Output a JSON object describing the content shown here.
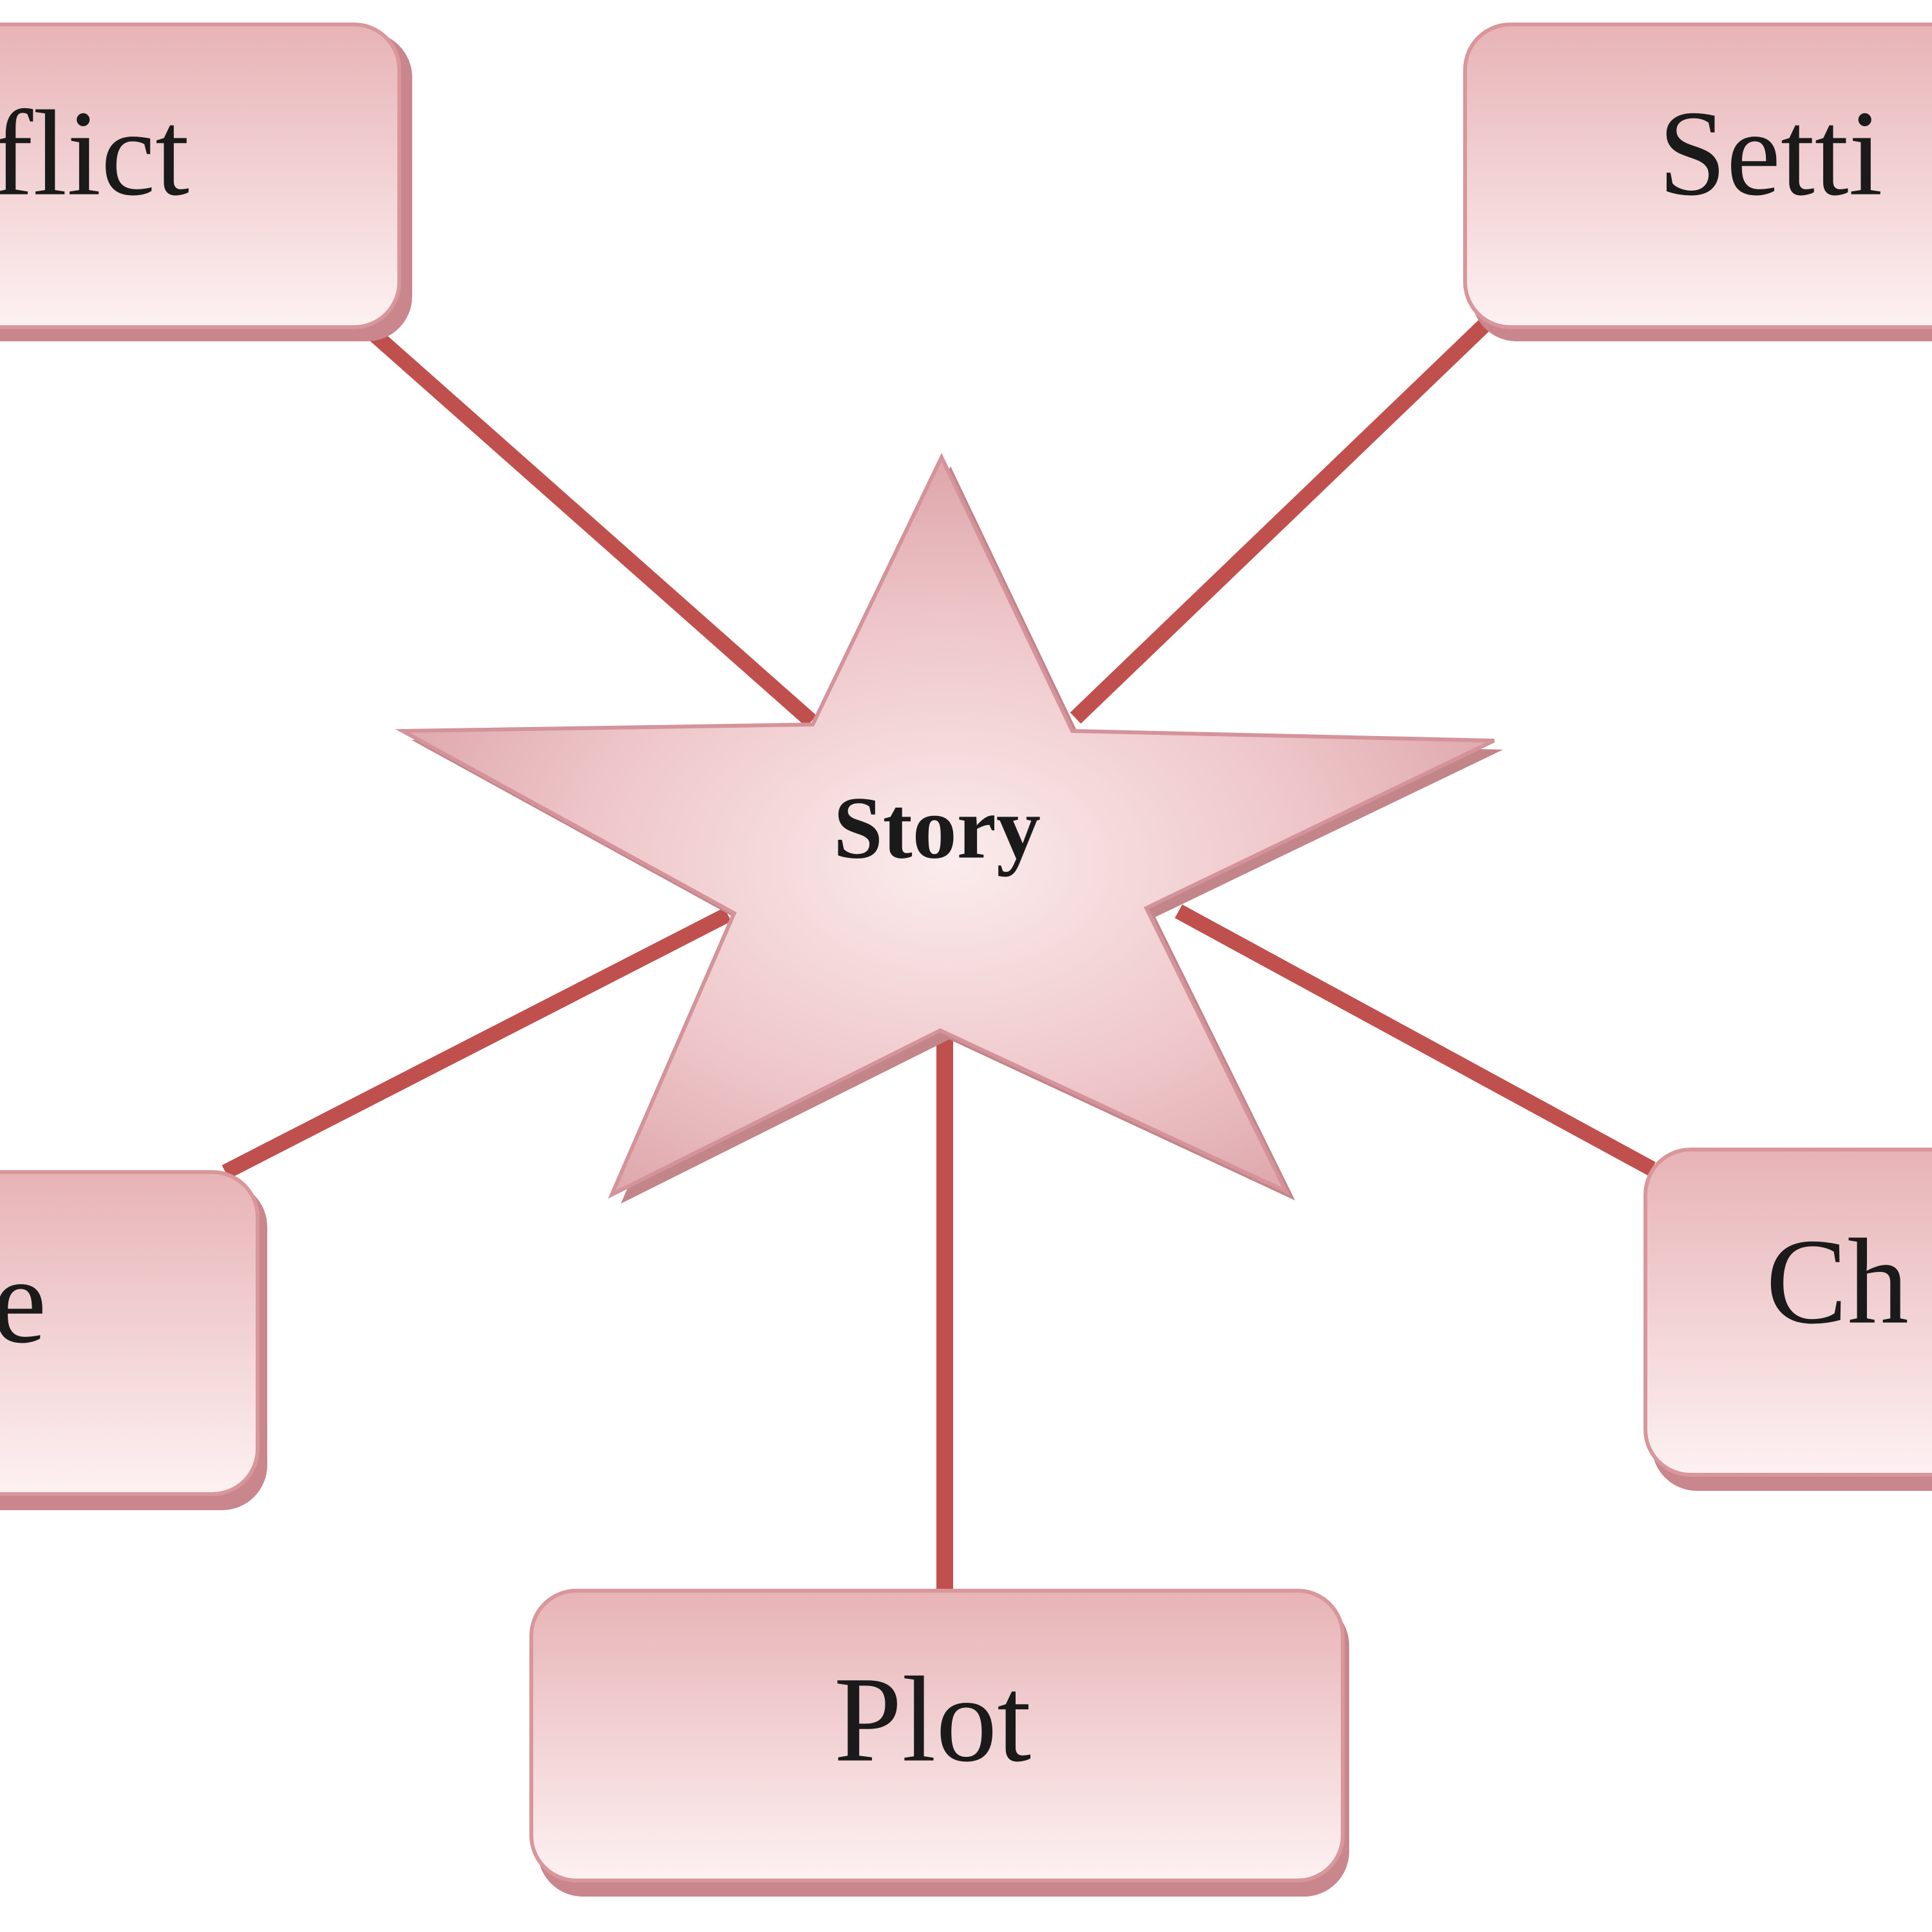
{
  "diagram": {
    "center": {
      "label": "Story"
    },
    "nodes": [
      {
        "id": "conflict",
        "label": "flict"
      },
      {
        "id": "setting",
        "label": "Setti"
      },
      {
        "id": "theme",
        "label": "e"
      },
      {
        "id": "characters",
        "label": "Ch"
      },
      {
        "id": "plot",
        "label": "Plot"
      }
    ]
  },
  "colors": {
    "connector": "#c0504d",
    "box_top": "#e7b3b6",
    "box_bottom": "#fdf1f2",
    "box_border": "#d9969b",
    "box_shadow": "#c9868c",
    "star_light": "#fbe9ea",
    "star_dark": "#dba1a5",
    "text": "#1a1a1a"
  }
}
